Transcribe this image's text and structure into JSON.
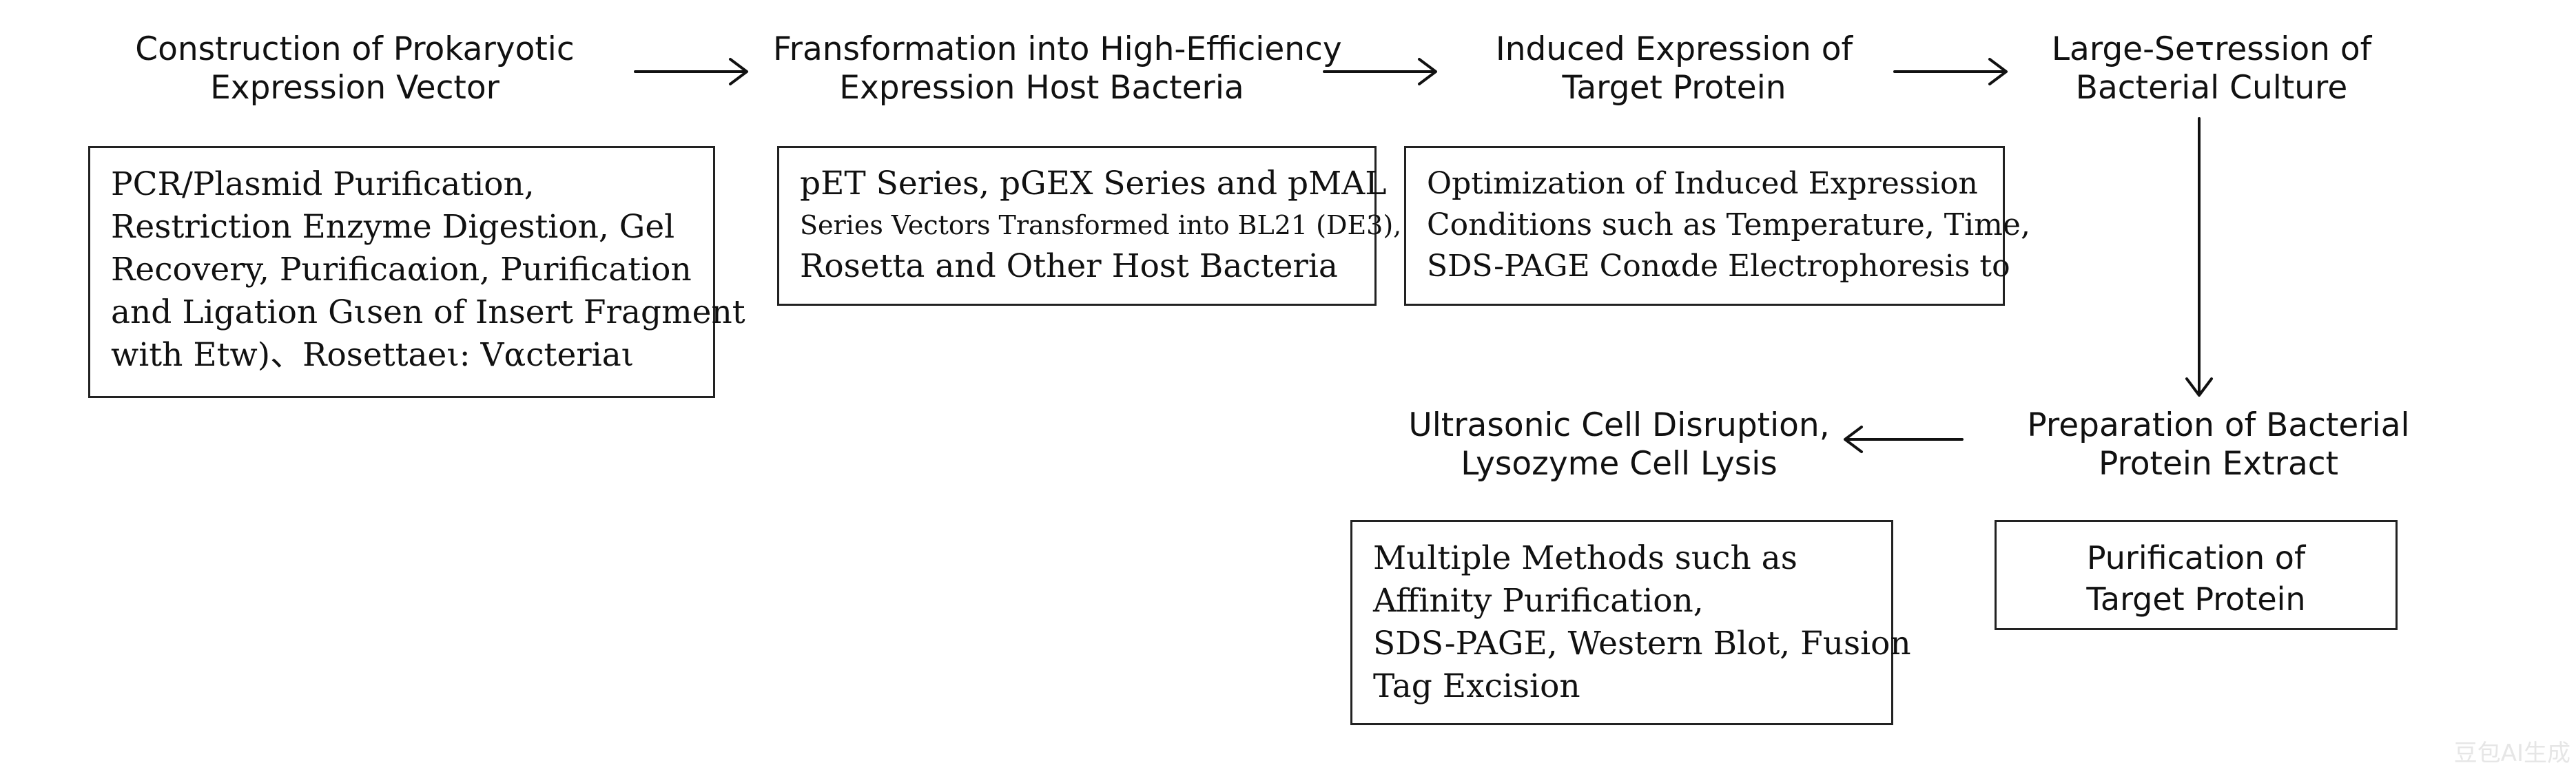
{
  "steps": [
    {
      "title": [
        "Construction of Prokaryotic",
        "Expression Vector"
      ],
      "detail": [
        "PCR/Plasmid Purification,",
        "Restriction Enzyme Digestion, Gel",
        "Recovery, Purificaαion, Purification",
        "and Ligation Gιsen of Insert Fragment",
        "with Etw)、Rosettaeι: Vαcteriaι"
      ]
    },
    {
      "title": [
        "Fransformation into High-Efficiency",
        "Expression Host Bacteria"
      ],
      "detail": [
        "pET Series, pGEX Series and pMAL",
        "Series Vectors Transformed into BL21 (DE3),",
        "Rosetta and Other Host Bacteria"
      ]
    },
    {
      "title": [
        "Induced Expression of",
        "Target Protein"
      ],
      "detail": [
        "Optimization of Induced Expression",
        "Conditions such as Temperature, Time,",
        "SDS-PAGE Conαde Electrophoresis to"
      ]
    },
    {
      "title": [
        "Large-Seτression of",
        "Bacterial Culture"
      ]
    },
    {
      "title": [
        "Preparation of Bacterial",
        "Protein Extract"
      ],
      "detail": [
        "Purification of",
        "Target Protein"
      ]
    },
    {
      "title": [
        "Ultrasonic Cell Disruption,",
        "Lysozyme Cell Lysis"
      ],
      "detail": [
        "Multiple Methods such as",
        "Affinity Purification,",
        "SDS-PAGE, Western Blot, Fusion",
        "Tag Excision"
      ]
    }
  ],
  "watermark": "豆包AI生成",
  "colors": {
    "ink": "#111111",
    "border": "#222222",
    "background": "#ffffff"
  }
}
